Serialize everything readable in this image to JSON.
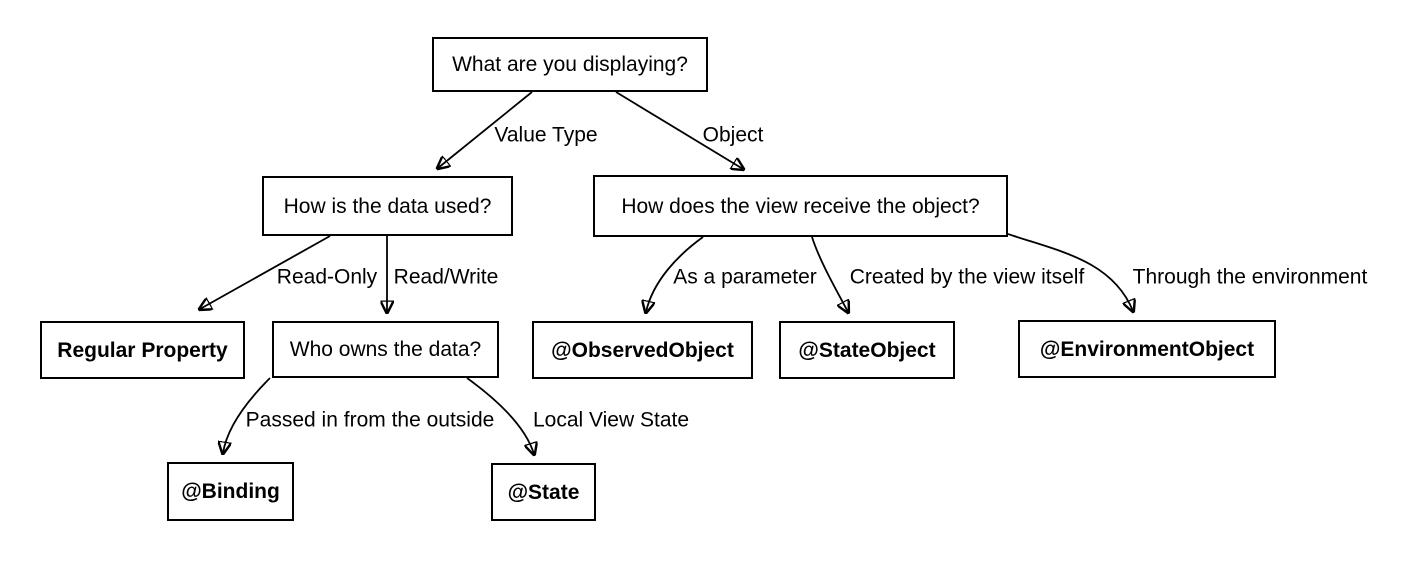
{
  "colors": {
    "background": "#ffffff",
    "box_border": "#000000",
    "box_background": "#ffffff",
    "text": "#000000",
    "arrow": "#000000"
  },
  "nodes": [
    {
      "id": "root",
      "label": "What are you displaying?",
      "bold": false
    },
    {
      "id": "how-used",
      "label": "How is the data used?",
      "bold": false
    },
    {
      "id": "how-receive",
      "label": "How does the view receive the object?",
      "bold": false
    },
    {
      "id": "regular-property",
      "label": "Regular Property",
      "bold": true
    },
    {
      "id": "who-owns",
      "label": "Who owns the data?",
      "bold": false
    },
    {
      "id": "observed-object",
      "label": "@ObservedObject",
      "bold": true
    },
    {
      "id": "state-object",
      "label": "@StateObject",
      "bold": true
    },
    {
      "id": "environment-object",
      "label": "@EnvironmentObject",
      "bold": true
    },
    {
      "id": "binding",
      "label": "@Binding",
      "bold": true
    },
    {
      "id": "state",
      "label": "@State",
      "bold": true
    }
  ],
  "edges": [
    {
      "from": "root",
      "to": "how-used",
      "label": "Value Type"
    },
    {
      "from": "root",
      "to": "how-receive",
      "label": "Object"
    },
    {
      "from": "how-used",
      "to": "regular-property",
      "label": "Read-Only"
    },
    {
      "from": "how-used",
      "to": "who-owns",
      "label": "Read/Write"
    },
    {
      "from": "how-receive",
      "to": "observed-object",
      "label": "As a parameter"
    },
    {
      "from": "how-receive",
      "to": "state-object",
      "label": "Created by the view itself"
    },
    {
      "from": "how-receive",
      "to": "environment-object",
      "label": "Through the environment"
    },
    {
      "from": "who-owns",
      "to": "binding",
      "label": "Passed in from the outside"
    },
    {
      "from": "who-owns",
      "to": "state",
      "label": "Local View State"
    }
  ]
}
